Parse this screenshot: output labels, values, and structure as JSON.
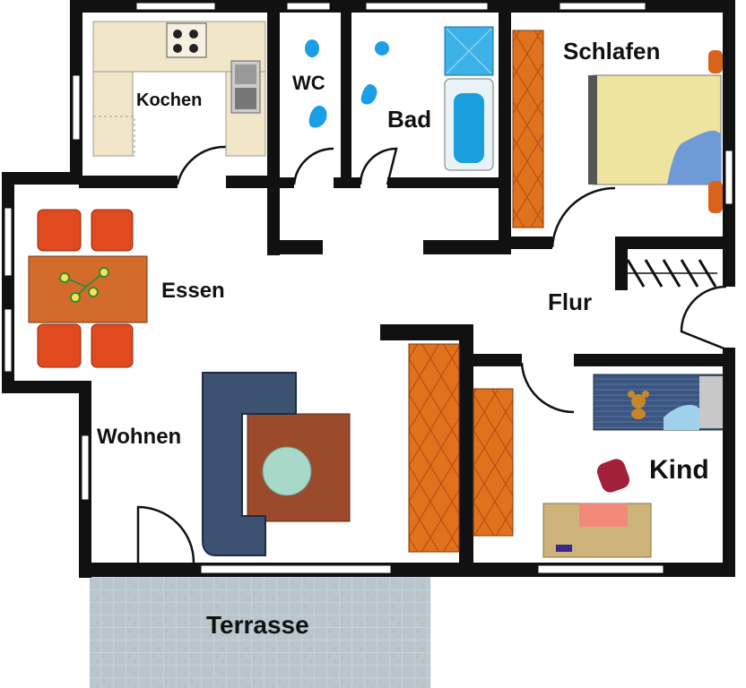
{
  "rooms": {
    "kochen": "Kochen",
    "wc": "WC",
    "bad": "Bad",
    "schlafen": "Schlafen",
    "essen": "Essen",
    "flur": "Flur",
    "wohnen": "Wohnen",
    "kind": "Kind",
    "terrasse": "Terrasse"
  },
  "colors": {
    "wall": "#111111",
    "floor": "#ffffff",
    "kitchen_counter": "#f1e6c8",
    "wardrobe_orange": "#e0721e",
    "wardrobe_dark": "#b94e12",
    "dining_table": "#d36b2c",
    "chair_red": "#e04a1e",
    "sofa_blue": "#3d5270",
    "rug_brown": "#9c4a2c",
    "coffee_table": "#a8d8c8",
    "bathtub_blue": "#1aa0dc",
    "bed_yellow": "#efe3a0",
    "kids_bed_blue": "#3b5680",
    "desk_tan": "#cdb279",
    "terrace_grey": "#b9c6cc",
    "fixture_blue": "#1a9ee6"
  },
  "icons": [
    "stove-icon",
    "sink-icon",
    "toilet-icon",
    "bathtub-icon",
    "shower-icon",
    "bed-icon",
    "dining-table-icon",
    "sofa-icon",
    "teddy-bear-icon",
    "chair-icon",
    "desk-icon",
    "flowers-icon"
  ]
}
